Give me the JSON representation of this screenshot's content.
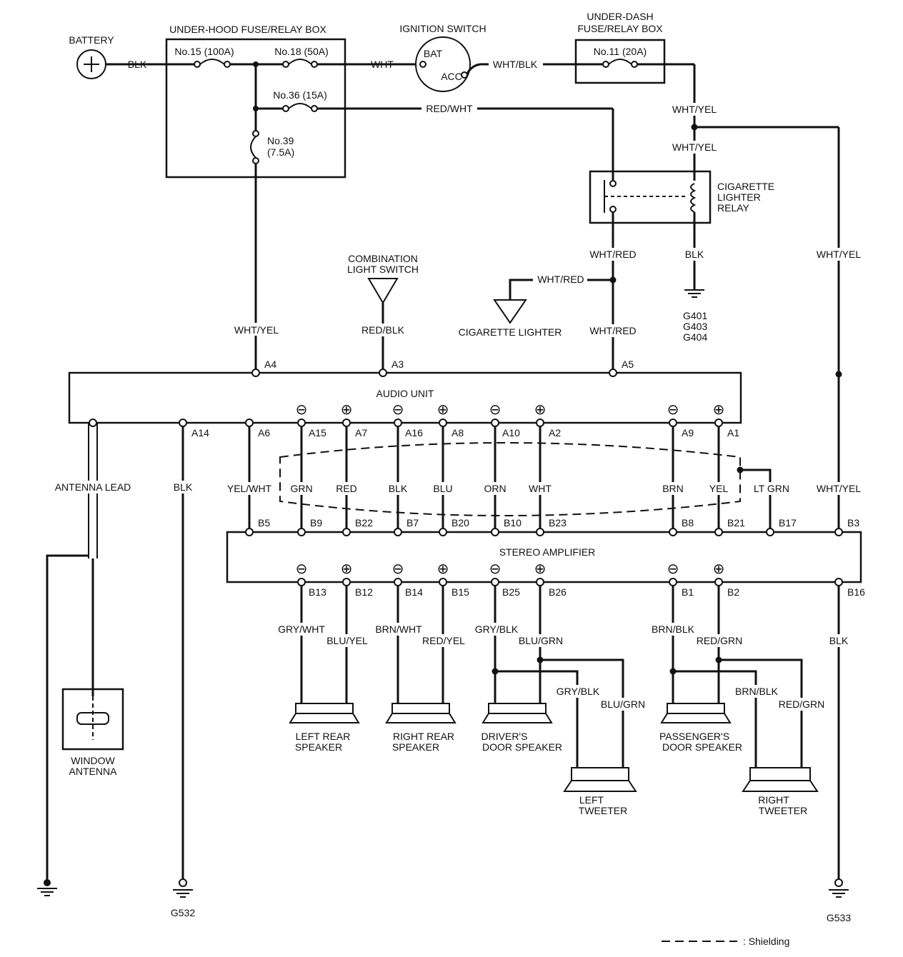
{
  "components": {
    "battery": "BATTERY",
    "underhood_box": "UNDER-HOOD FUSE/RELAY BOX",
    "ignition_switch": "IGNITION SWITCH",
    "underdash_box_line1": "UNDER-DASH",
    "underdash_box_line2": "FUSE/RELAY BOX",
    "relay_line1": "CIGARETTE",
    "relay_line2": "LIGHTER",
    "relay_line3": "RELAY",
    "combo_switch_line1": "COMBINATION",
    "combo_switch_line2": "LIGHT SWITCH",
    "cigarette_lighter": "CIGARETTE LIGHTER",
    "audio_unit": "AUDIO UNIT",
    "stereo_amplifier": "STEREO AMPLIFIER",
    "antenna_lead": "ANTENNA LEAD",
    "window_antenna_line1": "WINDOW",
    "window_antenna_line2": "ANTENNA",
    "left_rear_line1": "LEFT REAR",
    "left_rear_line2": "SPEAKER",
    "right_rear_line1": "RIGHT REAR",
    "right_rear_line2": "SPEAKER",
    "driver_door_line1": "DRIVER'S",
    "driver_door_line2": "DOOR SPEAKER",
    "passenger_door_line1": "PASSENGER'S",
    "passenger_door_line2": "DOOR SPEAKER",
    "left_tweeter_line1": "LEFT",
    "left_tweeter_line2": "TWEETER",
    "right_tweeter_line1": "RIGHT",
    "right_tweeter_line2": "TWEETER"
  },
  "fuses": {
    "f15": "No.15 (100A)",
    "f18": "No.18 (50A)",
    "f36": "No.36 (15A)",
    "f39_line1": "No.39",
    "f39_line2": "(7.5A)",
    "f11": "No.11 (20A)"
  },
  "switch_terminals": {
    "bat": "BAT",
    "acc": "ACC"
  },
  "wires": {
    "blk_batt": "BLK",
    "wht_ign": "WHT",
    "wht_blk": "WHT/BLK",
    "red_wht": "RED/WHT",
    "wht_yel_1": "WHT/YEL",
    "wht_yel_2": "WHT/YEL",
    "wht_yel_right": "WHT/YEL",
    "wht_red_relay": "WHT/RED",
    "blk_relay": "BLK",
    "wht_red_lighter": "WHT/RED",
    "wht_yel_a4": "WHT/YEL",
    "red_blk_a3": "RED/BLK",
    "wht_red_a5": "WHT/RED",
    "blk_a14": "BLK",
    "yel_wht": "YEL/WHT",
    "grn": "GRN",
    "red": "RED",
    "blk_a16": "BLK",
    "blu": "BLU",
    "orn": "ORN",
    "wht_a2": "WHT",
    "brn": "BRN",
    "yel": "YEL",
    "lt_grn": "LT GRN",
    "wht_yel_b3": "WHT/YEL",
    "gry_wht": "GRY/WHT",
    "blu_yel": "BLU/YEL",
    "brn_wht": "BRN/WHT",
    "red_yel": "RED/YEL",
    "gry_blk_b25": "GRY/BLK",
    "blu_grn_b26": "BLU/GRN",
    "gry_blk_tw": "GRY/BLK",
    "blu_grn_tw": "BLU/GRN",
    "brn_blk_b1": "BRN/BLK",
    "red_grn_b2": "RED/GRN",
    "brn_blk_tw": "BRN/BLK",
    "red_grn_tw": "RED/GRN",
    "blk_b16": "BLK"
  },
  "audio_pins_top": {
    "a4": "A4",
    "a3": "A3",
    "a5": "A5"
  },
  "audio_pins_bottom": {
    "a14": "A14",
    "a6": "A6",
    "a15": "A15",
    "a7": "A7",
    "a16": "A16",
    "a8": "A8",
    "a10": "A10",
    "a2": "A2",
    "a9": "A9",
    "a1": "A1"
  },
  "amp_pins_top": {
    "b5": "B5",
    "b9": "B9",
    "b22": "B22",
    "b7": "B7",
    "b20": "B20",
    "b10": "B10",
    "b23": "B23",
    "b8": "B8",
    "b21": "B21",
    "b17": "B17",
    "b3": "B3"
  },
  "amp_pins_bottom": {
    "b13": "B13",
    "b12": "B12",
    "b14": "B14",
    "b15": "B15",
    "b25": "B25",
    "b26": "B26",
    "b1": "B1",
    "b2": "B2",
    "b16": "B16"
  },
  "polarity": {
    "minus": "⊖",
    "plus": "⊕"
  },
  "grounds": {
    "g401": "G401",
    "g403": "G403",
    "g404": "G404",
    "g532": "G532",
    "g533": "G533"
  },
  "legend": {
    "shielding": ": Shielding"
  }
}
